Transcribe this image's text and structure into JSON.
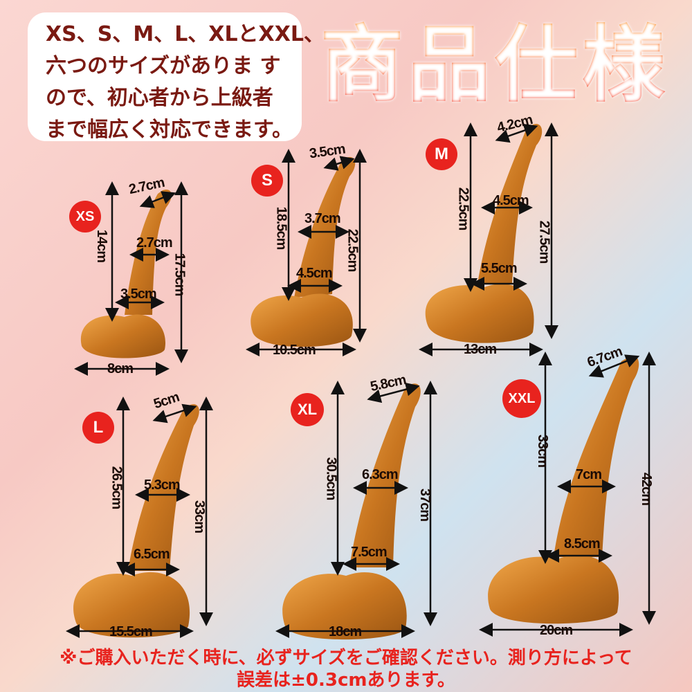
{
  "intro": [
    "XS、S、M、L、XLとXXL、",
    "六つのサイズがありま す",
    "ので、初心者から上級者",
    "まで幅広く対応できます。"
  ],
  "title": "商品仕様",
  "products": [
    {
      "size": "XS",
      "measures": [
        "2.7cm",
        "2.7cm",
        "3.5cm",
        "14cm",
        "17.5cm",
        "8cm"
      ]
    },
    {
      "size": "S",
      "measures": [
        "3.5cm",
        "3.7cm",
        "4.5cm",
        "18.5cm",
        "22.5cm",
        "10.5cm"
      ]
    },
    {
      "size": "M",
      "measures": [
        "4.2cm",
        "4.5cm",
        "5.5cm",
        "22.5cm",
        "27.5cm",
        "13cm"
      ]
    },
    {
      "size": "L",
      "measures": [
        "5cm",
        "5.3cm",
        "6.5cm",
        "26.5cm",
        "33cm",
        "15.5cm"
      ]
    },
    {
      "size": "XL",
      "measures": [
        "5.8cm",
        "6.3cm",
        "7.5cm",
        "30.5cm",
        "37cm",
        "18cm"
      ]
    },
    {
      "size": "XXL",
      "measures": [
        "6.7cm",
        "7cm",
        "8.5cm",
        "33cm",
        "42cm",
        "20cm"
      ]
    }
  ],
  "footnote": [
    "※ご購入いただく時に、必ずサイズをご確認ください。測り方によって",
    "誤差は±0.3cmあります。"
  ],
  "colors": {
    "accent": "#e8231e",
    "product": "#d98a2b",
    "intro_text": "#7a1a12"
  }
}
